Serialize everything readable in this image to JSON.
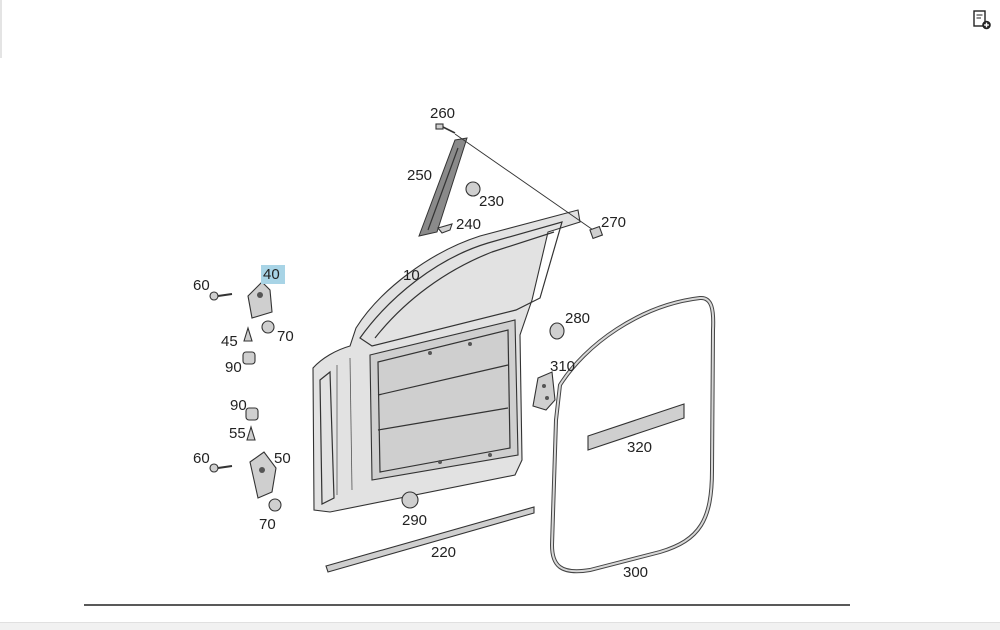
{
  "toolbar": {
    "corner_icon": "document-add-icon"
  },
  "diagram": {
    "highlighted_callout": "40",
    "callouts": {
      "c10": "10",
      "c40": "40",
      "c45": "45",
      "c50": "50",
      "c55": "55",
      "c60_top": "60",
      "c60_bottom": "60",
      "c70_top": "70",
      "c70_bottom": "70",
      "c90_top": "90",
      "c90_bottom": "90",
      "c220": "220",
      "c230": "230",
      "c240": "240",
      "c250": "250",
      "c260": "260",
      "c270": "270",
      "c280": "280",
      "c290": "290",
      "c300": "300",
      "c310": "310",
      "c320": "320"
    }
  },
  "colors": {
    "highlight": "#a8d4e6",
    "line": "#333333",
    "part_fill": "#cfcfcf"
  }
}
